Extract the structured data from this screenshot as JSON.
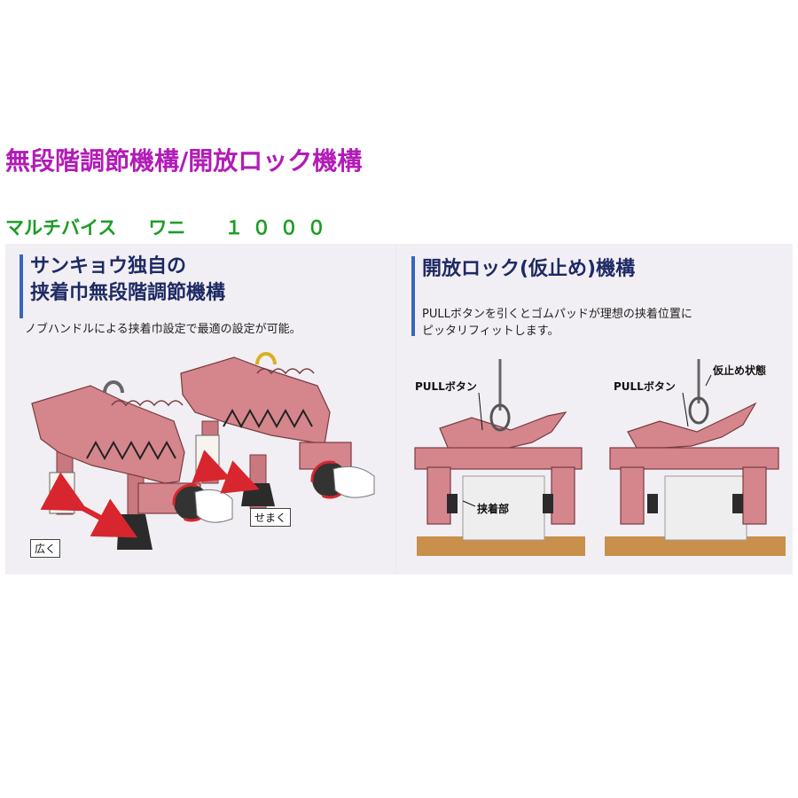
{
  "page": {
    "heading": "無段階調節機構/開放ロック機構",
    "subheading": {
      "name": "マルチバイス",
      "model": "ワニ",
      "number": "１０００"
    }
  },
  "left_section": {
    "title_line1": "サンキョウ独自の",
    "title_line2": "挟着巾無段階調節機構",
    "note": "ノブハンドルによる挟着巾設定で最適の設定が可能。",
    "tag_wide": "広く",
    "tag_narrow": "せまく"
  },
  "right_section": {
    "title": "開放ロック(仮止め)機構",
    "note_line1": "PULLボタンを引くとゴムパッドが理想の挟着位置に",
    "note_line2": "ピッタリフィットします。",
    "pull_label_left": "PULLボタン",
    "pull_label_right": "PULLボタン",
    "clamp_label": "挟着部",
    "temp_lock_label": "仮止め状態"
  },
  "colors": {
    "heading": "#b21bb8",
    "subheading": "#1b9d22",
    "clamp_body": "#d4868c",
    "panel_bg": "#f1eff3",
    "title_text": "#1e2a64",
    "accent_bar": "#3a66b8",
    "arrow_red": "#d8262e",
    "floor": "#c8904a"
  }
}
